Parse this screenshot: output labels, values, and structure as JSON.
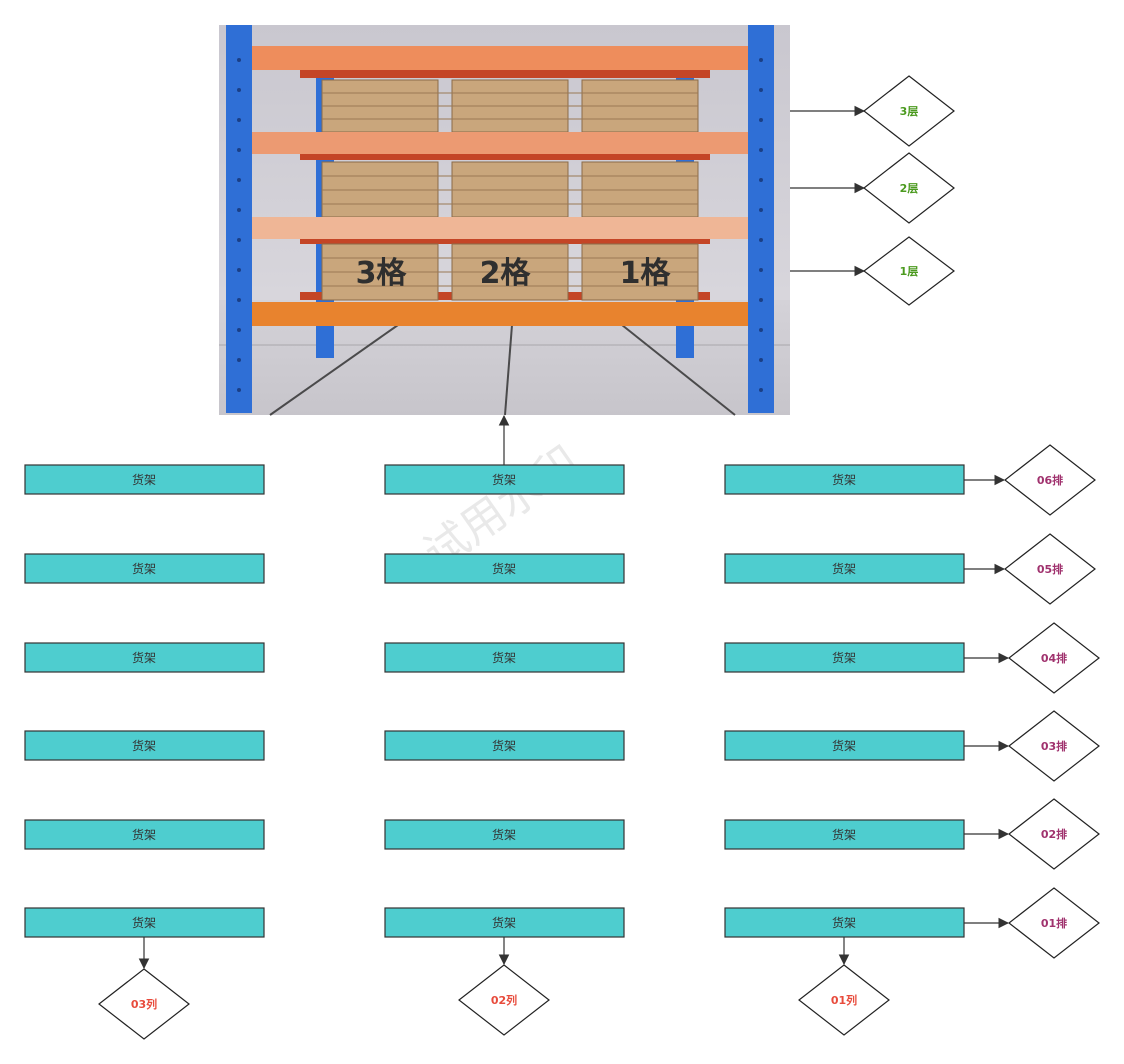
{
  "watermark": "试用水印",
  "shelf_picture": {
    "cell_labels": [
      "3格",
      "2格",
      "1格"
    ]
  },
  "rack_label": "货架",
  "layers": [
    "3层",
    "2层",
    "1层"
  ],
  "rows": [
    "06排",
    "05排",
    "04排",
    "03排",
    "02排",
    "01排"
  ],
  "columns": [
    "03列",
    "02列",
    "01列"
  ],
  "colors": {
    "rack_fill": "#4ecdcf",
    "rack_stroke": "#333333",
    "layer_text": "#4b9a1f",
    "row_text": "#a0326e",
    "column_text": "#e84b3c",
    "edge": "#333333"
  }
}
